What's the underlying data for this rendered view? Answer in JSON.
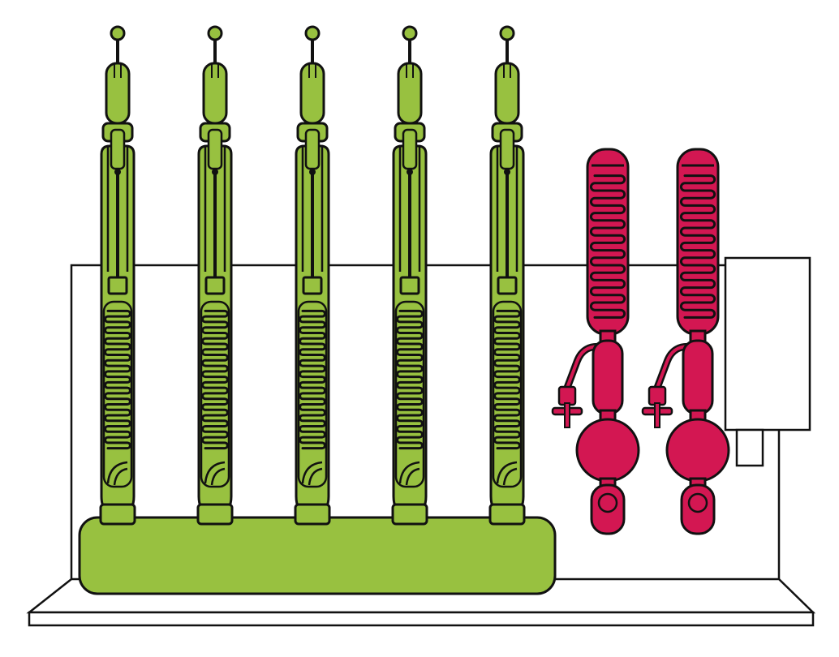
{
  "colors": {
    "green": "#98c140",
    "magenta": "#d31752",
    "outline": "#111111",
    "frame": "#ffffff",
    "background": "#ffffff"
  },
  "apparatus": {
    "green_tubes": {
      "count": 5,
      "coil_turns": 26
    },
    "magenta_bulbs": {
      "count": 2,
      "coil_turns": 20
    }
  }
}
